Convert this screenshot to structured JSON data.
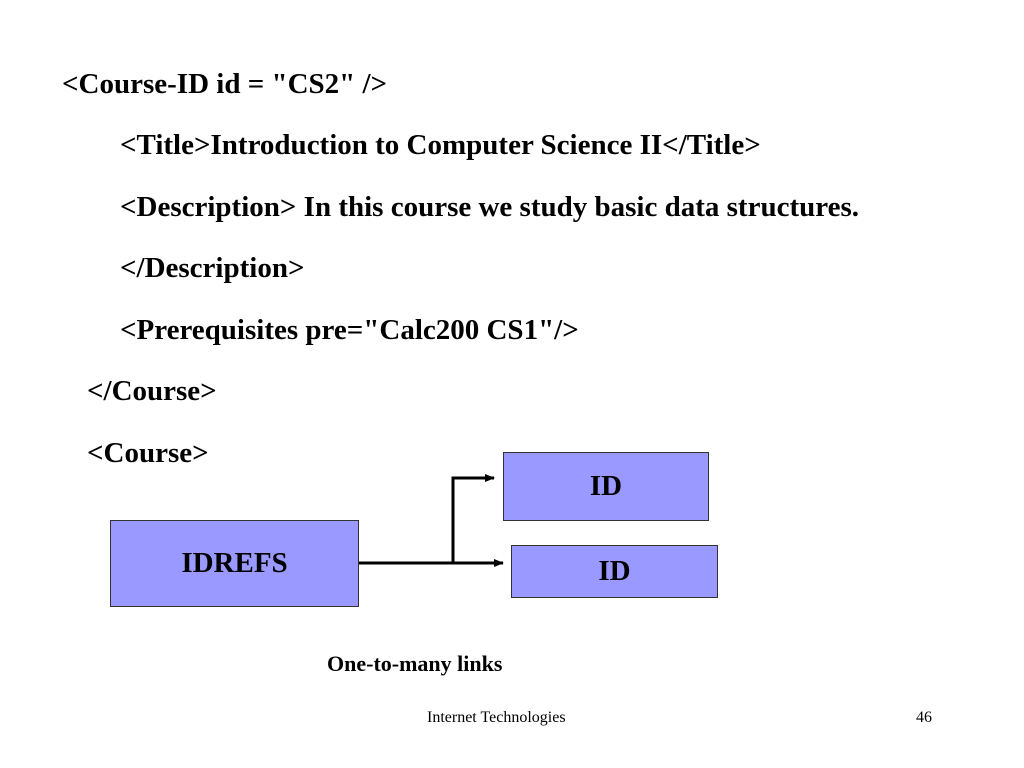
{
  "slide": {
    "code_lines": [
      "<Course-ID id = \"CS2\" />",
      "<Title>Introduction to Computer Science II</Title>",
      "<Description> In this course we study basic data structures.",
      "</Description>",
      "<Prerequisites pre=\"Calc200 CS1\"/>",
      "</Course>",
      "<Course>"
    ],
    "diagram": {
      "source_label": "IDREFS",
      "target_labels": [
        "ID",
        "ID"
      ],
      "box_fill": "#9999ff",
      "box_border": "#333333"
    },
    "caption": "One-to-many links"
  },
  "footer": {
    "center_text": "Internet Technologies",
    "page_number": "46"
  }
}
